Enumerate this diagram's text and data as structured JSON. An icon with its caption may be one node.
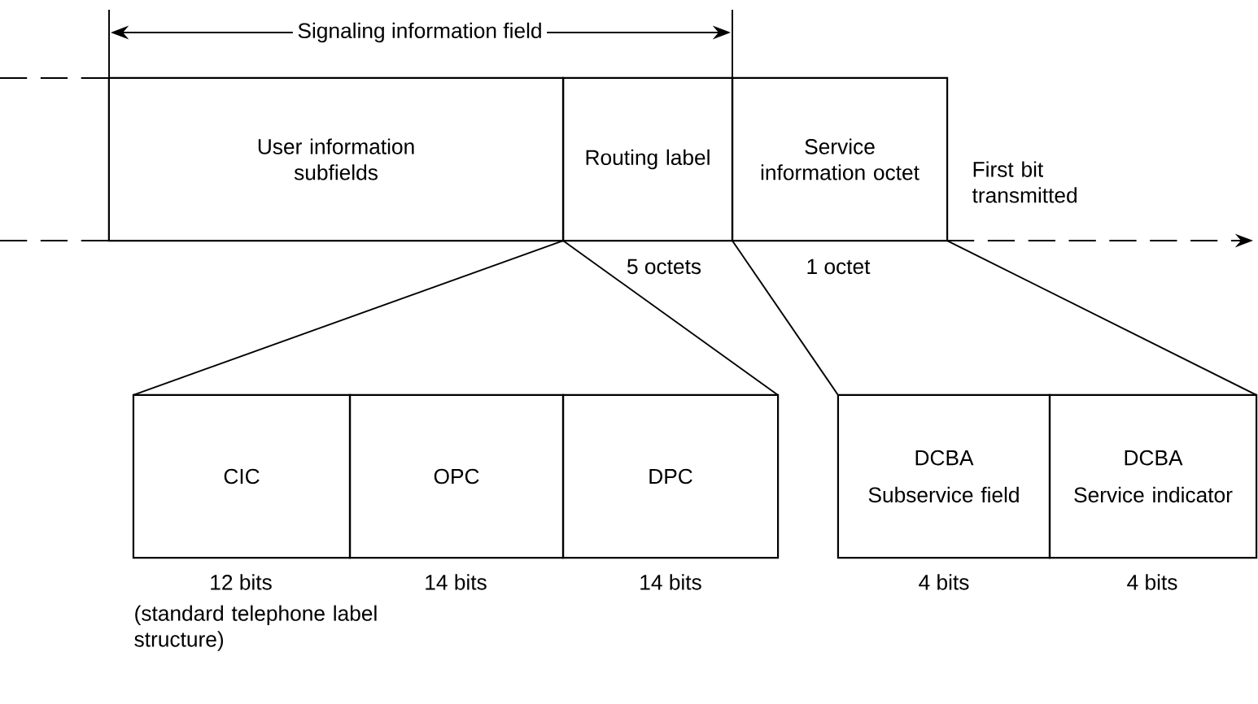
{
  "diagram": {
    "nodes": [
      {
        "text": [
          "User information subfields"
        ]
      },
      {
        "text": [
          "Routing label"
        ],
        "beside": [
          "5 octets"
        ]
      },
      {
        "text": [
          "Service information octet"
        ],
        "beside": [
          "1 octet"
        ]
      },
      {
        "text": [
          "CIC"
        ],
        "beside": [
          "12 bits"
        ]
      },
      {
        "text": [
          "OPC"
        ],
        "beside": [
          "14 bits"
        ]
      },
      {
        "text": [
          "DPC"
        ],
        "beside": [
          "14 bits"
        ]
      },
      {
        "text": [
          "DCBA",
          "Subservice field"
        ],
        "beside": [
          "4 bits"
        ]
      },
      {
        "text": [
          "DCBA",
          "Service indicator"
        ],
        "beside": [
          "4 bits"
        ]
      }
    ],
    "edges": [
      {
        "from": 1,
        "to": 3,
        "arrow": "none"
      },
      {
        "from": 1,
        "to": 5,
        "arrow": "none"
      },
      {
        "from": 2,
        "to": 6,
        "arrow": "none"
      },
      {
        "from": 2,
        "to": 7,
        "arrow": "none"
      }
    ],
    "labels": [
      "Signaling information field",
      "First bit transmitted",
      "(standard telephone label structure)"
    ]
  }
}
